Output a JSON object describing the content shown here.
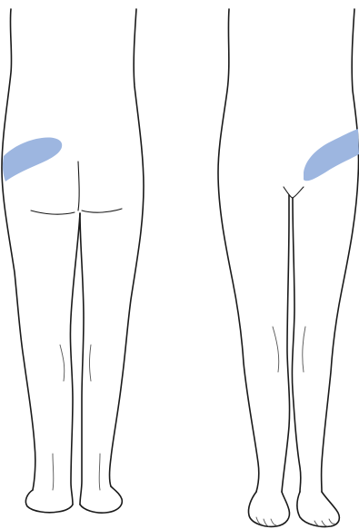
{
  "figure": {
    "views": [
      {
        "id": "posterior",
        "highlight_region": "left-buttock-flank"
      },
      {
        "id": "anterior",
        "highlight_region": "right-groin-hip"
      }
    ],
    "colors": {
      "background": "#ffffff",
      "outline": "#1a1a1a",
      "highlight": "#9db6e0"
    }
  }
}
